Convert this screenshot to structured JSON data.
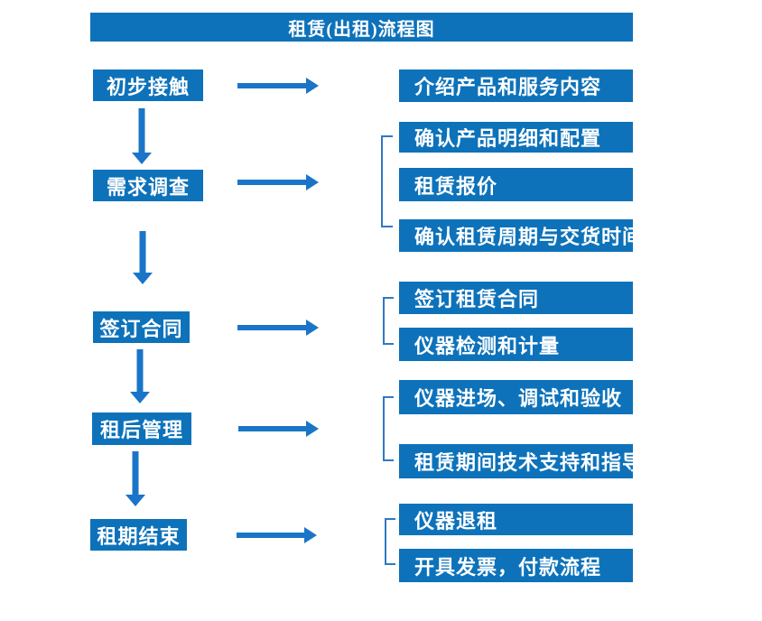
{
  "title": "租赁(出租)流程图",
  "colors": {
    "box_blue": "#0d72ba",
    "arrow_blue": "#1a75c8",
    "bracket_blue": "#2f79c2",
    "text_white": "#ffffff"
  },
  "flow": {
    "stages": [
      {
        "label": "初步接触",
        "outputs": [
          "介绍产品和服务内容"
        ]
      },
      {
        "label": "需求调查",
        "outputs": [
          "确认产品明细和配置",
          "租赁报价",
          "确认租赁周期与交货时间"
        ]
      },
      {
        "label": "签订合同",
        "outputs": [
          "签订租赁合同",
          "仪器检测和计量"
        ]
      },
      {
        "label": "租后管理",
        "outputs": [
          "仪器进场、调试和验收",
          "租赁期间技术支持和指导"
        ]
      },
      {
        "label": "租期结束",
        "outputs": [
          "仪器退租",
          "开具发票，付款流程"
        ]
      }
    ]
  }
}
